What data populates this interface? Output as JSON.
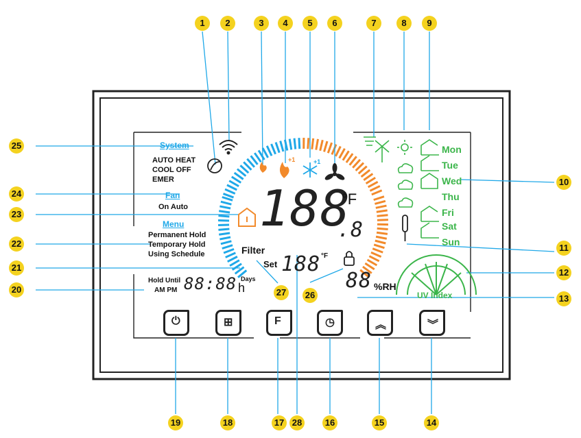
{
  "callouts": [
    "1",
    "2",
    "3",
    "4",
    "5",
    "6",
    "7",
    "8",
    "9",
    "10",
    "11",
    "12",
    "13",
    "14",
    "15",
    "16",
    "17",
    "28",
    "18",
    "19",
    "20",
    "21",
    "22",
    "23",
    "24",
    "25",
    "26",
    "27"
  ],
  "system": {
    "title": "System",
    "row1": "AUTO  HEAT",
    "row2": "COOL  OFF",
    "row3": "EMER"
  },
  "fan": {
    "title": "Fan",
    "modes": "On  Auto"
  },
  "menu": {
    "title": "Menu",
    "item1": "Permanent Hold",
    "item2": "Temporary Hold",
    "item3": "Using Schedule"
  },
  "hold": {
    "label": "Hold Until",
    "ampm": "AM  PM",
    "time": "88:88",
    "unit": "h",
    "days": "Days"
  },
  "display": {
    "main_digits": "188",
    "decimal": ".8",
    "temp_unit": "°F",
    "filter": "Filter",
    "set_label": "Set",
    "set_digits": "188",
    "set_unit": "°F",
    "humidity_digits": "88",
    "humidity_unit": "%RH",
    "heat_boost": "+1",
    "cool_boost": "+1"
  },
  "days": [
    "Mon",
    "Tue",
    "Wed",
    "Thu",
    "Fri",
    "Sat",
    "Sun"
  ],
  "uv": {
    "label": "UV Index"
  },
  "colors": {
    "callout": "#F4D21F",
    "cool": "#1FA8E8",
    "heat": "#F28A2B",
    "day": "#3BB54A"
  },
  "buttons": [
    "power-icon",
    "menu-grid-icon",
    "fan-icon",
    "clock-icon",
    "up-icon",
    "down-icon"
  ]
}
